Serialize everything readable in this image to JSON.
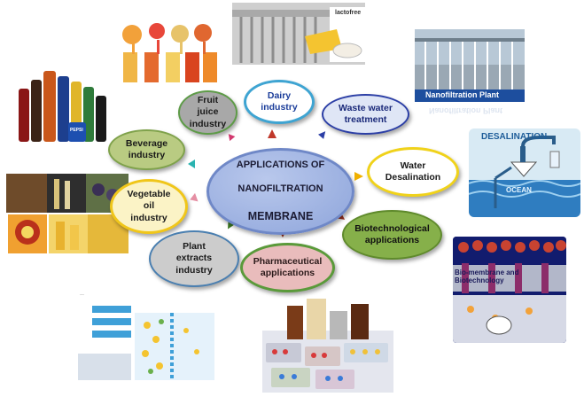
{
  "center": {
    "line1": "APPLICATIONS OF",
    "line2": "NANOFILTRATION",
    "line3": "MEMBRANE"
  },
  "nodes": {
    "fruit_juice": "Fruit\njuice\nindustry",
    "dairy": "Dairy\nindustry",
    "waste_water": "Waste water\ntreatment",
    "beverage": "Beverage\nindustry",
    "water_desalination": "Water\nDesalination",
    "vegetable_oil": "Vegetable\noil\nindustry",
    "biotechnological": "Biotechnological\napplications",
    "plant_extracts": "Plant\nextracts\nindustry",
    "pharmaceutical": "Pharmaceutical\napplications"
  },
  "images": {
    "nanofiltration_plant": "Nanofiltration Plant",
    "nanofiltration_plant_reflection": "Nanofiltration Plant",
    "desalination": "DESALINATION",
    "ocean": "OCEAN",
    "bio_membrane": "Bio-membrane and Biotechnology",
    "dairy_brand": "lactofree",
    "pepsi": "PEPSI"
  },
  "colors": {
    "center_fill": "#9bb0e2",
    "fruit_juice": "#a3a3a3",
    "dairy": "#ffffff",
    "waste_water": "#d9e2f5",
    "beverage": "#b7c97e",
    "water_desalination": "#ffffff",
    "vegetable_oil": "#fbf2c4",
    "biotechnological": "#86b04a",
    "plant_extracts": "#c9c9c9",
    "pharmaceutical": "#e8b7b7"
  }
}
